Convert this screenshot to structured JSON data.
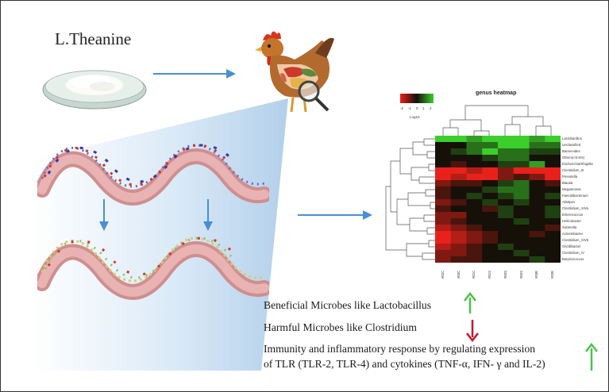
{
  "title": "L.Theanine",
  "heatmap": {
    "title": "genus heatmap",
    "scale_label": "Log10",
    "scale_ticks": [
      "-2",
      "-1",
      "0",
      "1",
      "2"
    ],
    "rows": [
      "Lactobacillus",
      "Unclassified",
      "Bacteroides",
      "Others(<0.5%)",
      "Escherichia/Shigella",
      "Clostridium_III",
      "Prevotella",
      "Blautia",
      "Megamonas",
      "Faecalibacterium",
      "Alistipes",
      "Clostridium_XIVa",
      "Enterococcus",
      "Helicobacter",
      "Sutterella",
      "Acinetobacter",
      "Clostridium_XIVb",
      "Oscillibacter",
      "Clostridium_IV",
      "Butyricicoccus"
    ],
    "columns": [
      "#02C",
      "#03C",
      "#01C",
      "#01S",
      "#03S",
      "#02S",
      "#03E",
      "#02E"
    ]
  },
  "effects": {
    "line1": "Beneficial Microbes like Lactobacillus",
    "line2": "Harmful Microbes like Clostridium",
    "line3": "Immunity and inflammatory response by regulating expression",
    "line4": "of  TLR (TLR-2, TLR-4) and cytokines (TNF-α, IFN- γ and IL-2)"
  },
  "colors": {
    "arrow_blue": "#4a8fd4",
    "up_green": "#4cc24a",
    "down_red": "#c4172e",
    "heat_low": "#e8221a",
    "heat_mid": "#151008",
    "heat_high": "#3ccf2c"
  }
}
